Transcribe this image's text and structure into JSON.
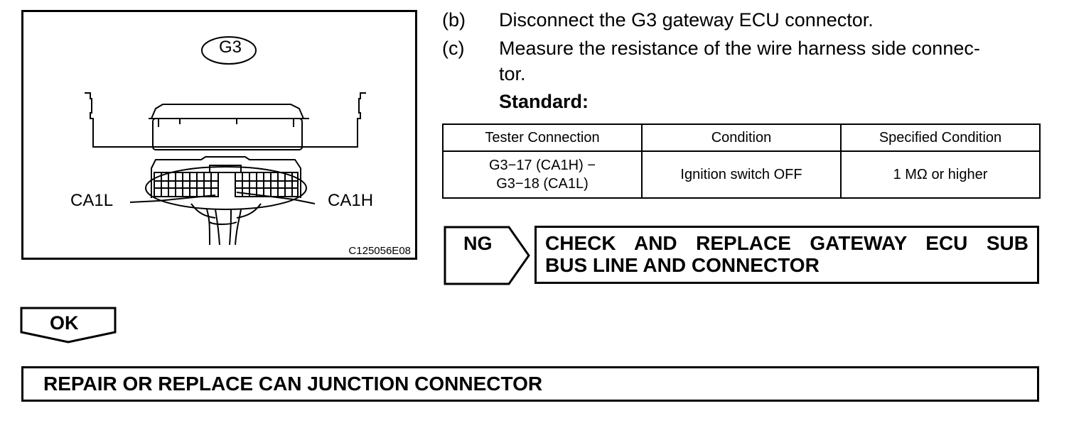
{
  "figure": {
    "connector_label": "G3",
    "left_pin_label": "CA1L",
    "right_pin_label": "CA1H",
    "figure_id": "C125056E08"
  },
  "steps": [
    {
      "label": "(b)",
      "text": "Disconnect the G3 gateway ECU connector."
    },
    {
      "label": "(c)",
      "text": "Measure the resistance of the wire harness side connec-tor."
    }
  ],
  "standard_label": "Standard:",
  "table": {
    "headers": [
      "Tester Connection",
      "Condition",
      "Specified Condition"
    ],
    "rows": [
      {
        "tester_line1": "G3−17 (CA1H) −",
        "tester_line2": "G3−18 (CA1L)",
        "condition": "Ignition switch OFF",
        "specified": "1 MΩ or higher"
      }
    ]
  },
  "ng": {
    "label": "NG",
    "line1": "CHECK AND REPLACE GATEWAY ECU SUB",
    "line2": "BUS LINE AND CONNECTOR"
  },
  "ok": {
    "label": "OK"
  },
  "final_action": "REPAIR OR REPLACE CAN JUNCTION CONNECTOR"
}
